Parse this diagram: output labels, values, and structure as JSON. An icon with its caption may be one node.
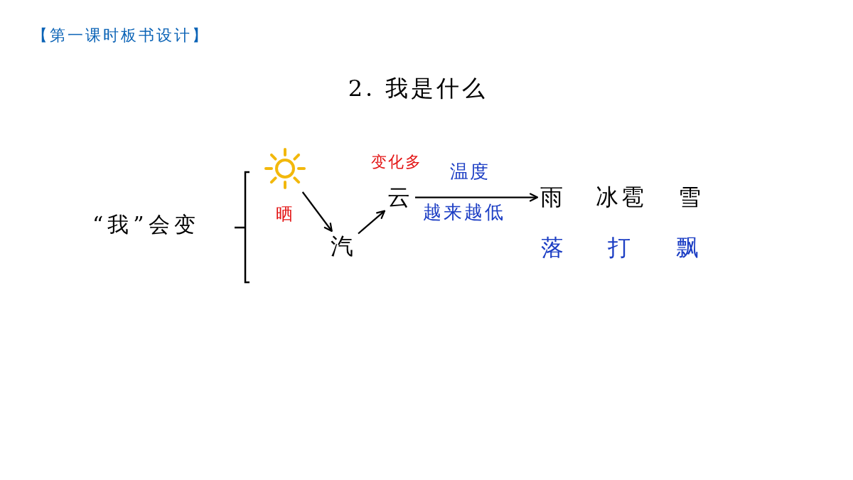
{
  "diagram": {
    "title": "2. 我是什么",
    "nodes": [
      {
        "text": [],
        "shape": "picture"
      },
      {
        "text": [
          "汽"
        ]
      },
      {
        "text": [
          "云"
        ],
        "beside": [
          "变化多"
        ]
      },
      {
        "text": [
          "雨"
        ],
        "beside": [
          "落"
        ]
      },
      {
        "text": [
          "冰雹"
        ],
        "beside": [
          "打"
        ]
      },
      {
        "text": [
          "雪"
        ],
        "beside": [
          "飘"
        ]
      }
    ],
    "edges": [
      {
        "from": 0,
        "to": 1,
        "arrow": "to",
        "label": "晒"
      },
      {
        "from": 1,
        "to": 2,
        "arrow": "to"
      },
      {
        "from": 2,
        "to": 3,
        "arrow": "to",
        "label": "温度"
      }
    ],
    "labels": [
      "【第一课时板书设计】",
      "“我”会变",
      "越来越低"
    ]
  }
}
